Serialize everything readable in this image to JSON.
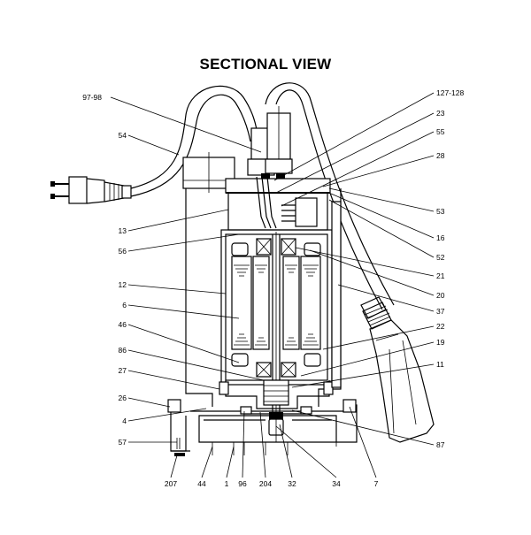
{
  "title": "SECTIONAL VIEW",
  "labels": {
    "l97_98": "97-98",
    "l54": "54",
    "l13": "13",
    "l56": "56",
    "l12": "12",
    "l6": "6",
    "l46": "46",
    "l86": "86",
    "l27": "27",
    "l26": "26",
    "l4": "4",
    "l57": "57",
    "l127_128": "127-128",
    "l23": "23",
    "l55": "55",
    "l28": "28",
    "l53": "53",
    "l16": "16",
    "l52": "52",
    "l21": "21",
    "l20": "20",
    "l37": "37",
    "l22": "22",
    "l19": "19",
    "l11": "11",
    "l87": "87",
    "l207": "207",
    "l44": "44",
    "l1": "1",
    "l96": "96",
    "l204": "204",
    "l32": "32",
    "l34": "34",
    "l7": "7"
  }
}
